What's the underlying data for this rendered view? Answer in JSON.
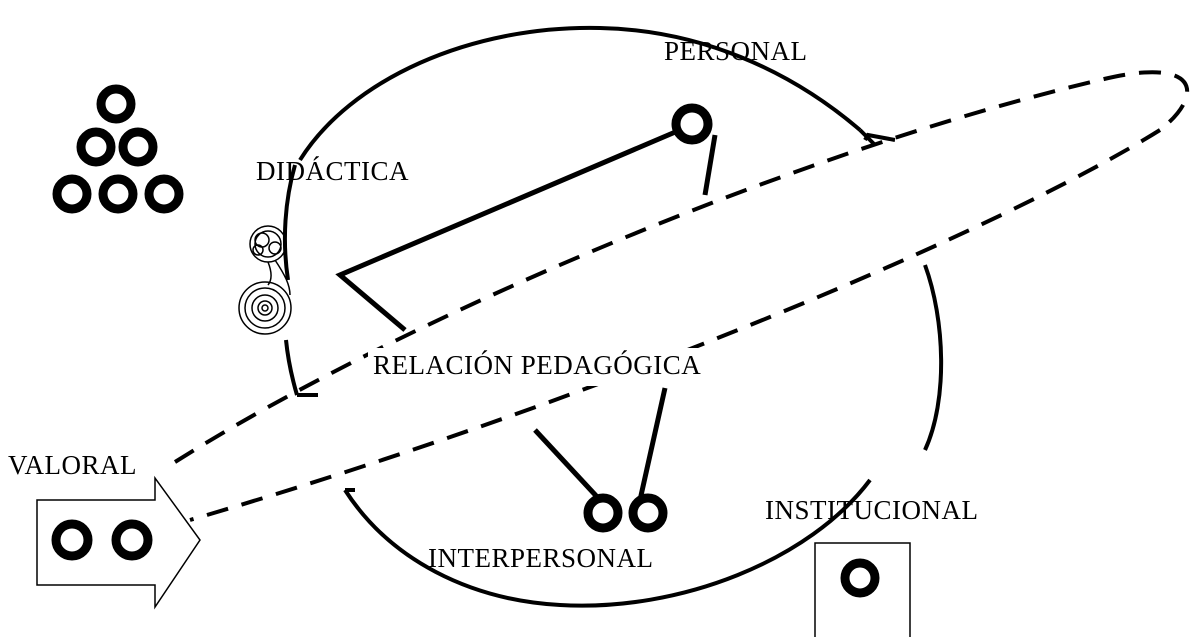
{
  "diagram": {
    "labels": {
      "personal": "PERSONAL",
      "didactica": "DIDÁCTICA",
      "relacion": "RELACIÓN PEDAGÓGICA",
      "valoral": "VALORAL",
      "interpersonal": "INTERPERSONAL",
      "institucional": "INSTITUCIONAL"
    },
    "colors": {
      "ink": "#000000",
      "background": "#ffffff"
    },
    "icons": [
      "triangle-of-rings-icon",
      "spiral-knot-icon",
      "ring-icon",
      "arrow-box-icon",
      "square-box-icon"
    ]
  }
}
